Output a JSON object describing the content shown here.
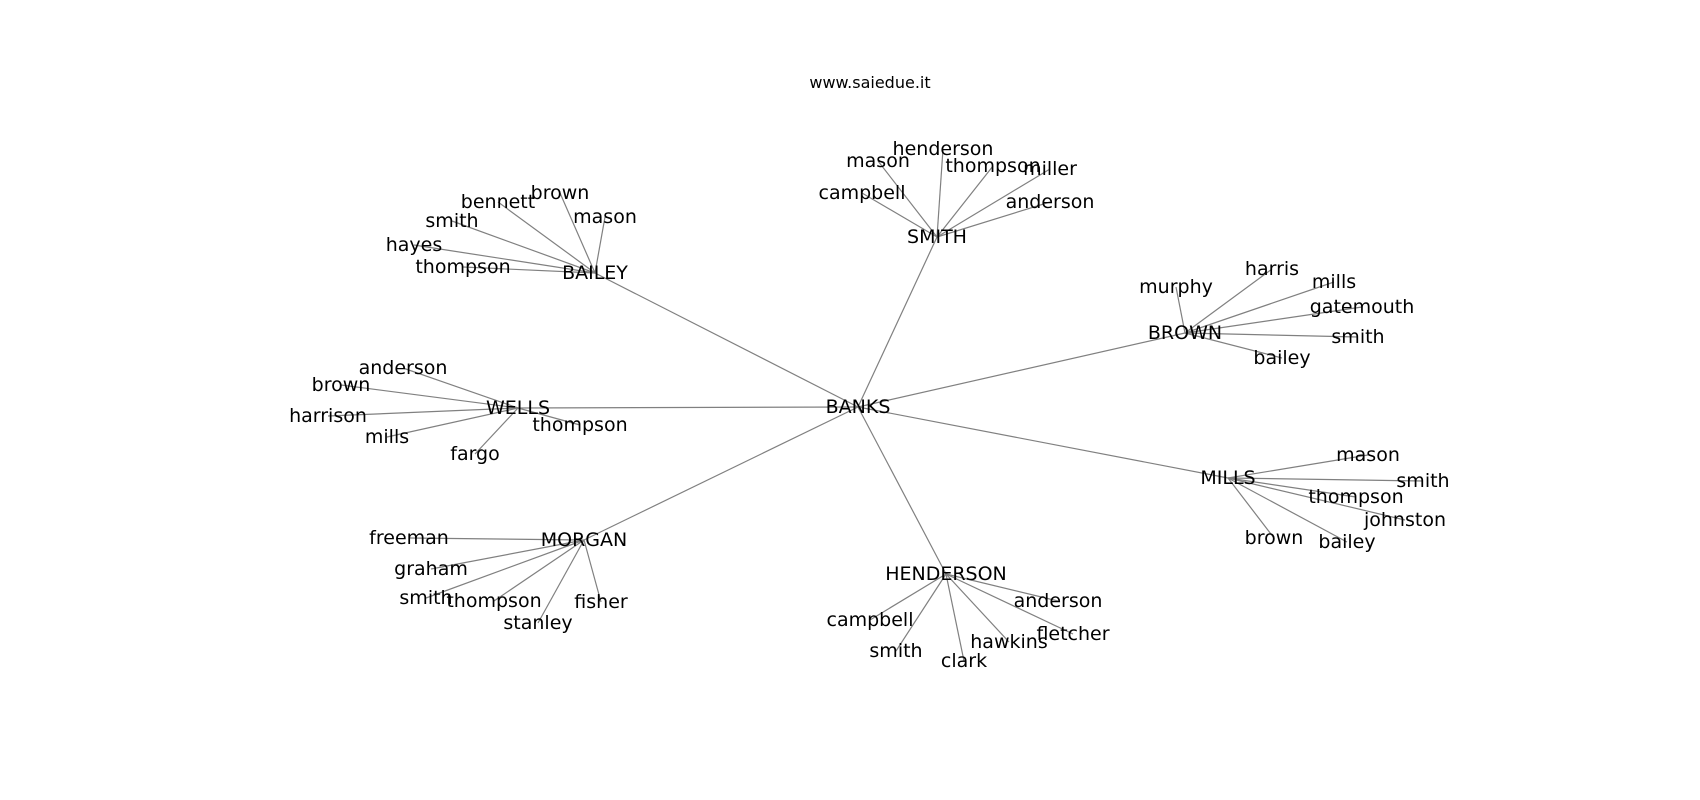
{
  "title": "www.saiedue.it",
  "colors": {
    "edge": "#808080",
    "text": "#000000",
    "background": "#ffffff"
  },
  "root": "BANKS",
  "groups": [
    {
      "id": "bailey",
      "name": "BAILEY",
      "children": [
        "brown",
        "bennett",
        "mason",
        "smith",
        "hayes",
        "thompson"
      ]
    },
    {
      "id": "smith",
      "name": "SMITH",
      "children": [
        "mason",
        "henderson",
        "thompson",
        "miller",
        "campbell",
        "anderson"
      ]
    },
    {
      "id": "brown",
      "name": "BROWN",
      "children": [
        "murphy",
        "harris",
        "mills",
        "gatemouth",
        "smith",
        "bailey"
      ]
    },
    {
      "id": "wells",
      "name": "WELLS",
      "children": [
        "anderson",
        "brown",
        "harrison",
        "mills",
        "fargo",
        "thompson"
      ]
    },
    {
      "id": "mills",
      "name": "MILLS",
      "children": [
        "mason",
        "smith",
        "thompson",
        "johnston",
        "brown",
        "bailey"
      ]
    },
    {
      "id": "morgan",
      "name": "MORGAN",
      "children": [
        "freeman",
        "graham",
        "smith",
        "thompson",
        "stanley",
        "fisher"
      ]
    },
    {
      "id": "henderson",
      "name": "HENDERSON",
      "children": [
        "anderson",
        "campbell",
        "fletcher",
        "hawkins",
        "smith",
        "clark"
      ]
    }
  ]
}
